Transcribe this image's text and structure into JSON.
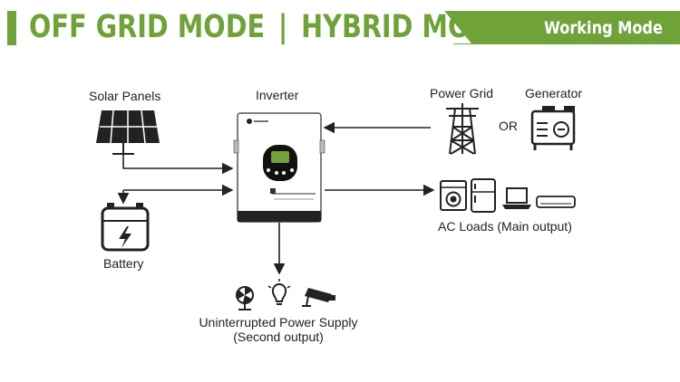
{
  "header": {
    "mode_left": "OFF GRID MODE",
    "separator": "|",
    "mode_right": "HYBRID MODE",
    "badge": "Working Mode"
  },
  "labels": {
    "solar": "Solar Panels",
    "inverter": "Inverter",
    "power_grid": "Power Grid",
    "or": "OR",
    "generator": "Generator",
    "battery": "Battery",
    "ac_loads": "AC Loads (Main output)",
    "ups_line1": "Uninterrupted Power Supply",
    "ups_line2": "(Second output)"
  },
  "colors": {
    "accent": "#6fa33a",
    "ink": "#222222"
  }
}
